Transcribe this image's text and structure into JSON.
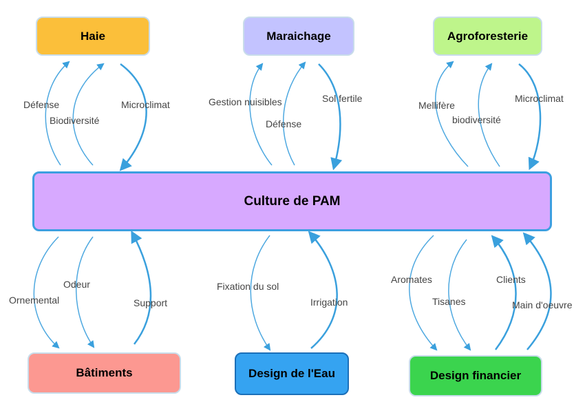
{
  "nodes": {
    "haie": {
      "label": "Haie",
      "color": "#fbbf3a"
    },
    "maraichage": {
      "label": "Maraichage",
      "color": "#c3c3ff"
    },
    "agroforesterie": {
      "label": "Agroforesterie",
      "color": "#bef58b"
    },
    "culture": {
      "label": "Culture de PAM",
      "color": "#d7a9ff",
      "border": "#3d9fe0"
    },
    "batiments": {
      "label": "Bâtiments",
      "color": "#fc9891"
    },
    "eau": {
      "label": "Design de l'Eau",
      "color": "#35a3f1",
      "border": "#1b6fb8"
    },
    "financier": {
      "label": "Design financier",
      "color": "#3bd44e"
    }
  },
  "edges": {
    "defense_haie": "Défense",
    "biodiversite_haie": "Biodiversité",
    "microclimat_haie": "Microclimat",
    "gestion_nuisibles": "Gestion nuisibles",
    "defense_mar": "Défense",
    "sol_fertile": "Sol fertile",
    "mellifere": "Mellifère",
    "biodiversite_agro": "biodiversité",
    "microclimat_agro": "Microclimat",
    "ornemental": "Ornemental",
    "odeur": "Odeur",
    "support": "Support",
    "fixation_sol": "Fixation du sol",
    "irrigation": "Irrigation",
    "aromates": "Aromates",
    "tisanes": "Tisanes",
    "clients": "Clients",
    "main_oeuvre": "Main d'oeuvre"
  }
}
